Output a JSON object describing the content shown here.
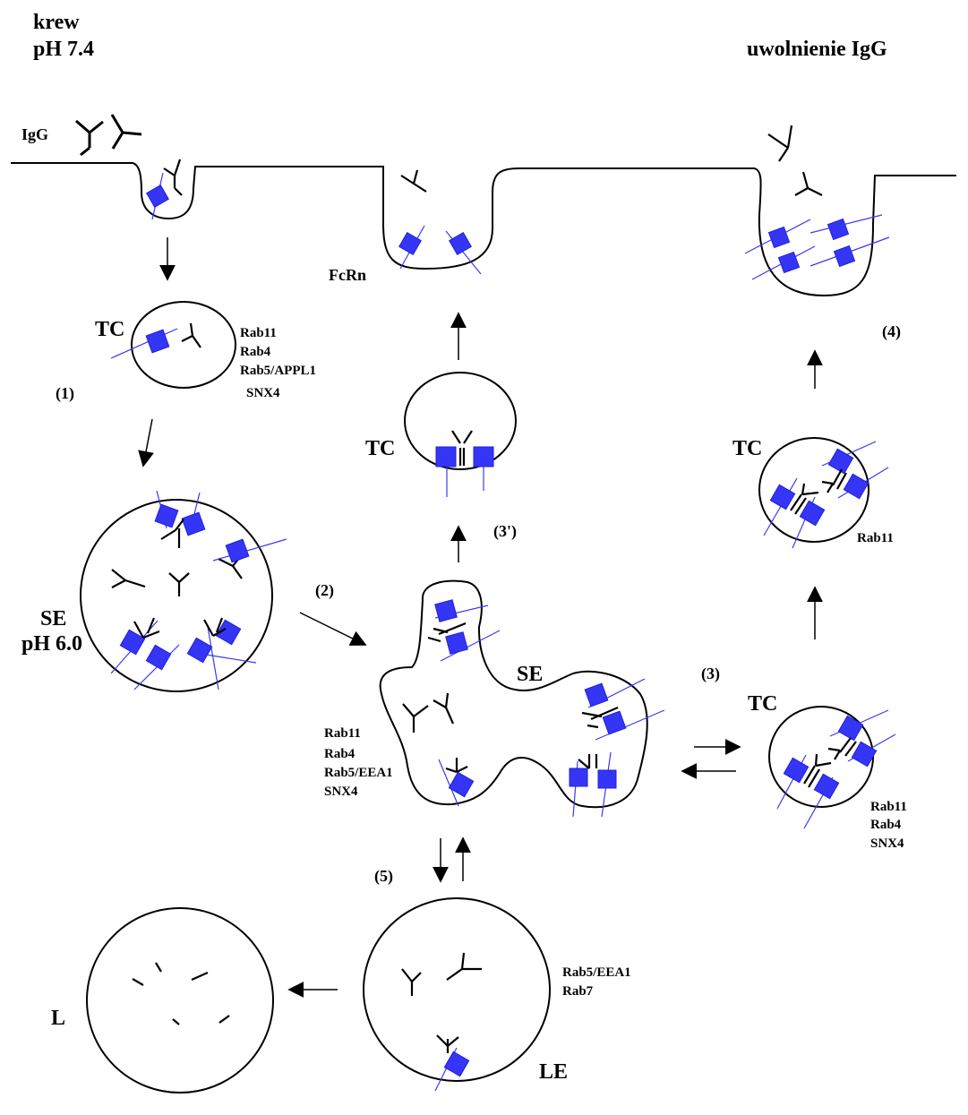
{
  "labels": {
    "blood_title": "krew",
    "blood_ph": "pH 7.4",
    "release_title": "uwolnienie IgG",
    "igg": "IgG",
    "fcrn": "FcRn",
    "tc": "TC",
    "se": "SE",
    "se_ph": "pH 6.0",
    "le": "LE",
    "l": "L"
  },
  "steps": {
    "s1": "(1)",
    "s2": "(2)",
    "s3": "(3)",
    "s3p": "(3')",
    "s4": "(4)",
    "s5": "(5)"
  },
  "markers": {
    "tc1": [
      "Rab11",
      "Rab4",
      "Rab5/APPL1",
      "SNX4"
    ],
    "se2": [
      "Rab11",
      "Rab4",
      "Rab5/EEA1",
      "SNX4"
    ],
    "tc_right": [
      "Rab11",
      "Rab4",
      "SNX4"
    ],
    "tc_top_right": [
      "Rab11"
    ],
    "le": [
      "Rab5/EEA1",
      "Rab7"
    ]
  },
  "colors": {
    "receptor": "#3535f5",
    "stalk": "#3a3af0",
    "membrane": "#000000"
  }
}
